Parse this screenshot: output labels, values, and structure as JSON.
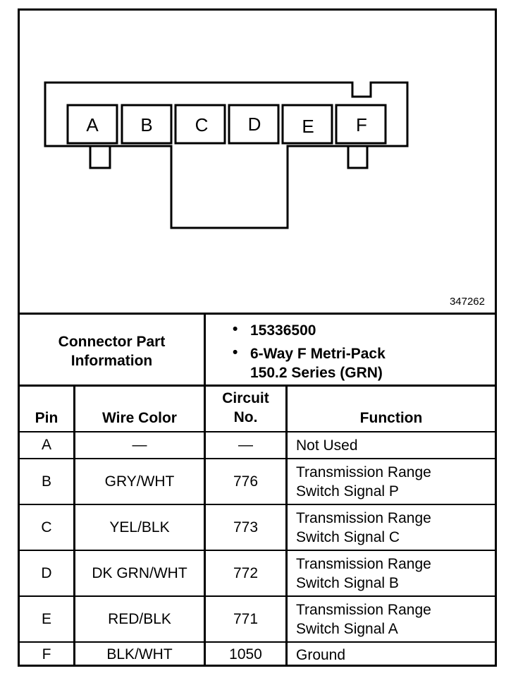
{
  "figure_id": "347262",
  "connector": {
    "pins": [
      "A",
      "B",
      "C",
      "D",
      "E",
      "F"
    ]
  },
  "info": {
    "label_line1": "Connector Part",
    "label_line2": "Information",
    "bullet_char": "•",
    "part_number": "15336500",
    "description_line1": "6-Way F Metri-Pack",
    "description_line2": "150.2 Series (GRN)"
  },
  "table": {
    "headers": {
      "pin": "Pin",
      "wire_color": "Wire Color",
      "circuit_line1": "Circuit",
      "circuit_line2": "No.",
      "function": "Function"
    },
    "rows": [
      {
        "pin": "A",
        "wire": "—",
        "circuit": "—",
        "function_line1": "Not Used",
        "function_line2": ""
      },
      {
        "pin": "B",
        "wire": "GRY/WHT",
        "circuit": "776",
        "function_line1": "Transmission Range",
        "function_line2": "Switch Signal P"
      },
      {
        "pin": "C",
        "wire": "YEL/BLK",
        "circuit": "773",
        "function_line1": "Transmission Range",
        "function_line2": "Switch Signal C"
      },
      {
        "pin": "D",
        "wire": "DK GRN/WHT",
        "circuit": "772",
        "function_line1": "Transmission Range",
        "function_line2": "Switch Signal B"
      },
      {
        "pin": "E",
        "wire": "RED/BLK",
        "circuit": "771",
        "function_line1": "Transmission Range",
        "function_line2": "Switch Signal A"
      },
      {
        "pin": "F",
        "wire": "BLK/WHT",
        "circuit": "1050",
        "function_line1": "Ground",
        "function_line2": ""
      }
    ]
  }
}
